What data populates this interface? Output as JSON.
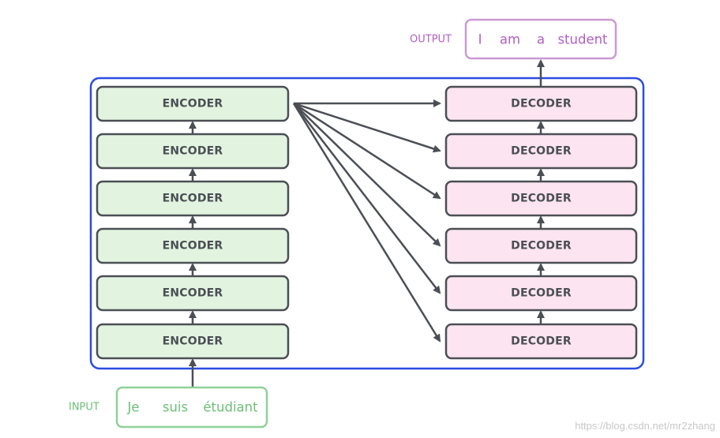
{
  "colors": {
    "stack_border": "#2b4ce0",
    "encoder_fill": "#e2f4e0",
    "decoder_fill": "#fce4f0",
    "box_stroke": "#4b4f55",
    "arrow": "#4b4f55",
    "input_color": "#6cbf76",
    "output_color": "#b15fc3"
  },
  "encoders": [
    "ENCODER",
    "ENCODER",
    "ENCODER",
    "ENCODER",
    "ENCODER",
    "ENCODER"
  ],
  "decoders": [
    "DECODER",
    "DECODER",
    "DECODER",
    "DECODER",
    "DECODER",
    "DECODER"
  ],
  "input": {
    "label": "INPUT",
    "words": [
      "Je",
      "suis",
      "étudiant"
    ]
  },
  "output": {
    "label": "OUTPUT",
    "words": [
      "I",
      "am",
      "a",
      "student"
    ]
  },
  "watermark": "https://blog.csdn.net/mr2zhang"
}
